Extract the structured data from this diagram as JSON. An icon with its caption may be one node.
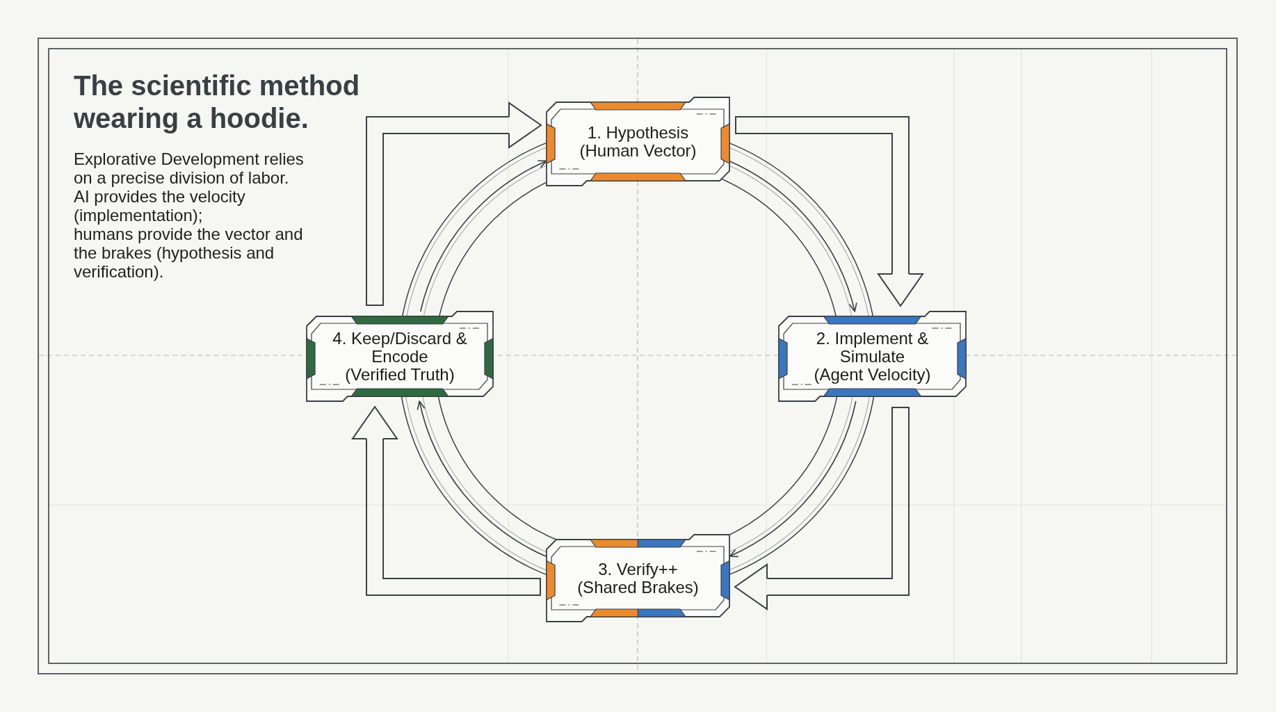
{
  "diagram": {
    "title": "The scientific method wearing a hoodie.",
    "nodes": [
      {
        "text": [
          "1. Hypothesis",
          "(Human Vector)"
        ]
      },
      {
        "text": [
          "2. Implement & Simulate",
          "(Agent Velocity)"
        ]
      },
      {
        "text": [
          "3. Verify++",
          "(Shared Brakes)"
        ]
      },
      {
        "text": [
          "4. Keep/Discard & Encode",
          "(Verified Truth)"
        ]
      }
    ],
    "edges": [
      {
        "from": 0,
        "to": 1,
        "arrow": "to"
      },
      {
        "from": 1,
        "to": 2,
        "arrow": "to"
      },
      {
        "from": 2,
        "to": 3,
        "arrow": "to"
      },
      {
        "from": 3,
        "to": 0,
        "arrow": "to"
      },
      {
        "from": 3,
        "to": 0,
        "arrow": "to",
        "style": "thick"
      },
      {
        "from": 0,
        "to": 1,
        "arrow": "to",
        "style": "thick"
      },
      {
        "from": 1,
        "to": 2,
        "arrow": "to",
        "style": "thick"
      },
      {
        "from": 2,
        "to": 3,
        "arrow": "to",
        "style": "thick"
      }
    ],
    "labels": [
      "Explorative Development relies on a precise division of labor.",
      "AI provides the velocity (implementation);",
      "humans provide the vector and the brakes (hypothesis and verification)."
    ]
  }
}
